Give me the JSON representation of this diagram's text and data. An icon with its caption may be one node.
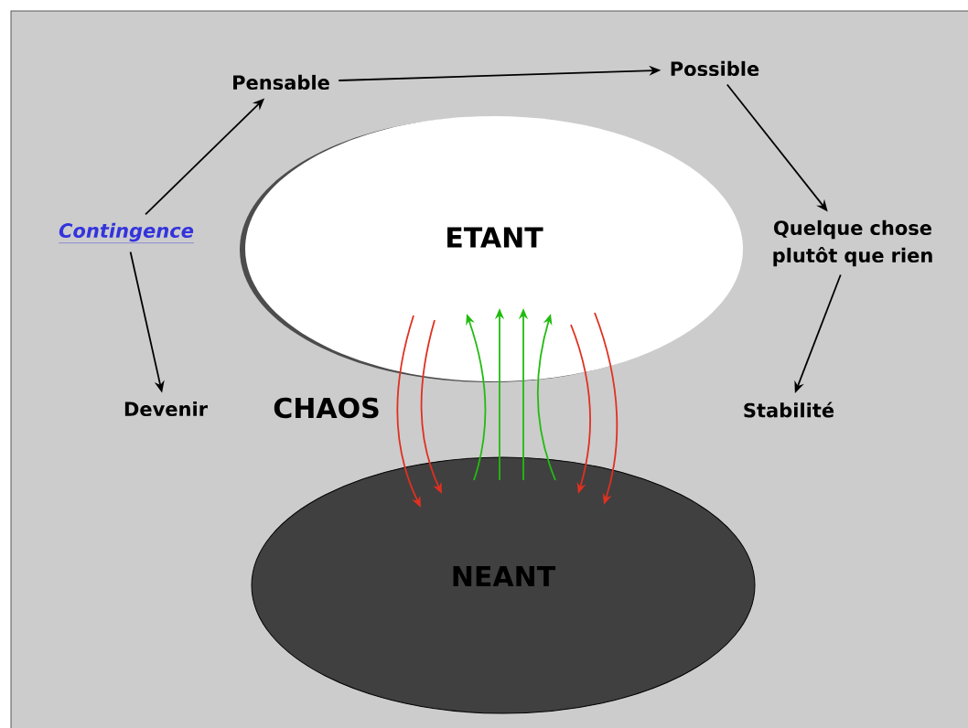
{
  "diagram": {
    "nodes": [
      {
        "text": [
          "Contingence"
        ]
      },
      {
        "text": [
          "Pensable"
        ]
      },
      {
        "text": [
          "Possible"
        ]
      },
      {
        "text": [
          "Quelque chose plutôt que rien"
        ]
      },
      {
        "text": [
          "Stabilité"
        ]
      },
      {
        "text": [
          "Devenir"
        ]
      },
      {
        "text": [
          "ETANT"
        ]
      },
      {
        "text": [
          "NEANT"
        ]
      }
    ],
    "edges": [
      {
        "from": 0,
        "to": 1,
        "arrow": "to"
      },
      {
        "from": 1,
        "to": 2,
        "arrow": "to"
      },
      {
        "from": 2,
        "to": 3,
        "arrow": "to"
      },
      {
        "from": 3,
        "to": 4,
        "arrow": "to"
      },
      {
        "from": 0,
        "to": 5,
        "arrow": "to"
      },
      {
        "from": 6,
        "to": 7,
        "arrow": "to",
        "color": "#e03020"
      },
      {
        "from": 6,
        "to": 7,
        "arrow": "to",
        "color": "#e03020"
      },
      {
        "from": 7,
        "to": 6,
        "arrow": "to",
        "color": "#22bb11"
      },
      {
        "from": 7,
        "to": 6,
        "arrow": "to",
        "color": "#22bb11"
      },
      {
        "from": 7,
        "to": 6,
        "arrow": "to",
        "color": "#22bb11"
      },
      {
        "from": 7,
        "to": 6,
        "arrow": "to",
        "color": "#22bb11"
      },
      {
        "from": 6,
        "to": 7,
        "arrow": "to",
        "color": "#e03020"
      },
      {
        "from": 6,
        "to": 7,
        "arrow": "to",
        "color": "#e03020"
      }
    ],
    "labels": [
      "CHAOS"
    ]
  }
}
